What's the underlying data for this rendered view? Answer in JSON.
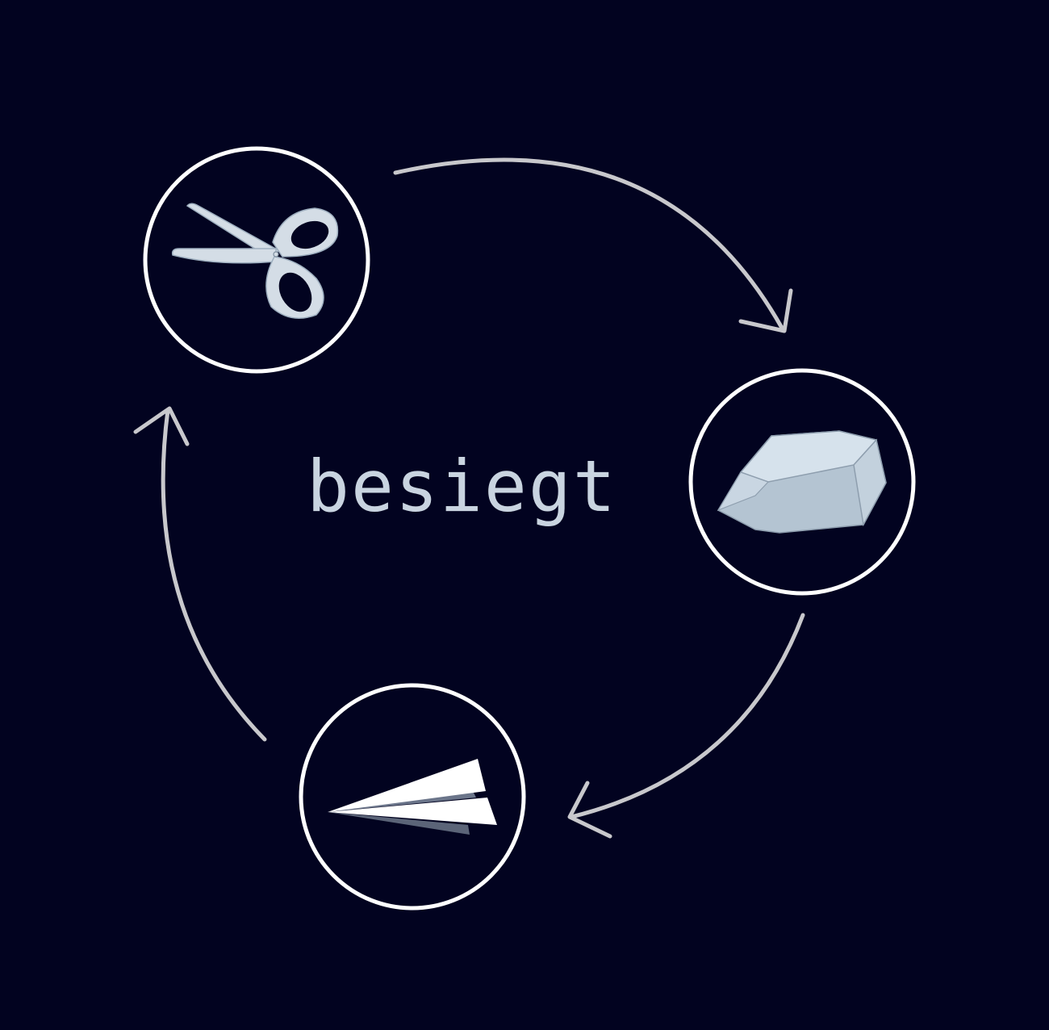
{
  "center_label": "besiegt",
  "nodes": [
    {
      "id": "scissors",
      "icon": "scissors-icon"
    },
    {
      "id": "rock",
      "icon": "rock-icon"
    },
    {
      "id": "paper",
      "icon": "paper-plane-icon"
    }
  ],
  "edges": [
    {
      "from": "scissors",
      "to": "rock"
    },
    {
      "from": "rock",
      "to": "paper"
    },
    {
      "from": "paper",
      "to": "scissors"
    }
  ],
  "colors": {
    "background": "#020320",
    "circle_stroke": "#ffffff",
    "arrow": "#c8c8cc",
    "text": "#c9d4e0",
    "icon_light": "#d4dde6",
    "icon_mid": "#b4c4d2"
  }
}
